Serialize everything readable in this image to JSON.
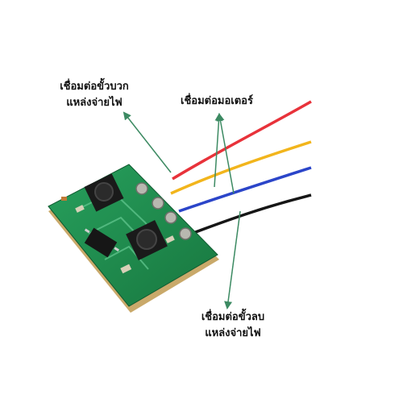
{
  "annotations": {
    "positive": {
      "line1": "เชื่อมต่อขั้วบวก",
      "line2": "แหล่งจ่ายไฟ"
    },
    "motor": {
      "line1": "เชื่อมต่อมอเตอร์"
    },
    "negative": {
      "line1": "เชื่อมต่อขั้วลบ",
      "line2": "แหล่งจ่ายไฟ"
    }
  },
  "colors": {
    "arrow": "#3c8a62",
    "pcb": "#1e8f52",
    "pcb_edge": "#c9a96a",
    "wire_red": "#e8323a",
    "wire_yellow": "#f2b51c",
    "wire_blue": "#2b45c9",
    "wire_black": "#161616"
  }
}
